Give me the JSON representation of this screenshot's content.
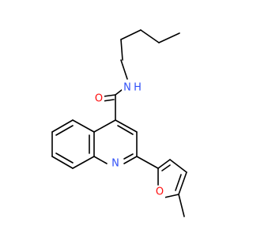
{
  "molecule": {
    "atoms": {
      "oxygen_carbonyl": "O",
      "nitrogen_amide": "N",
      "hydrogen_amide": "H",
      "nitrogen_quinoline": "N",
      "oxygen_furan": "O"
    }
  },
  "colors": {
    "bond": "#000000",
    "oxygen": "#ff0d0d",
    "nitrogen": "#3050f8",
    "background": "#ffffff"
  }
}
